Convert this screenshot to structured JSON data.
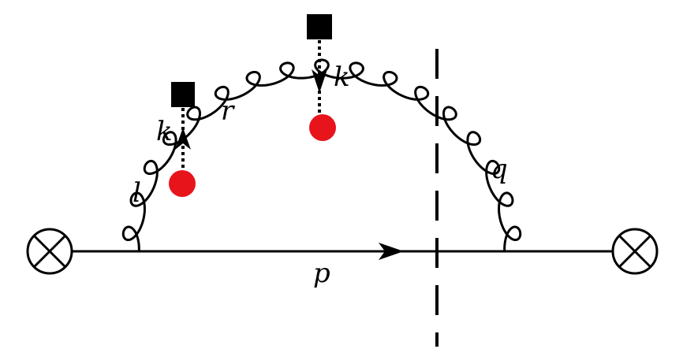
{
  "labels": {
    "l": "l",
    "r": "r",
    "k_left": "k",
    "k_top": "k",
    "q": "q",
    "p": "p"
  },
  "colors": {
    "line": "#000000",
    "vertex": "#e8141c",
    "source": "#000000",
    "background": "#ffffff"
  },
  "icons": {
    "endpoint": "circled-times-icon",
    "source": "filled-square-icon"
  }
}
